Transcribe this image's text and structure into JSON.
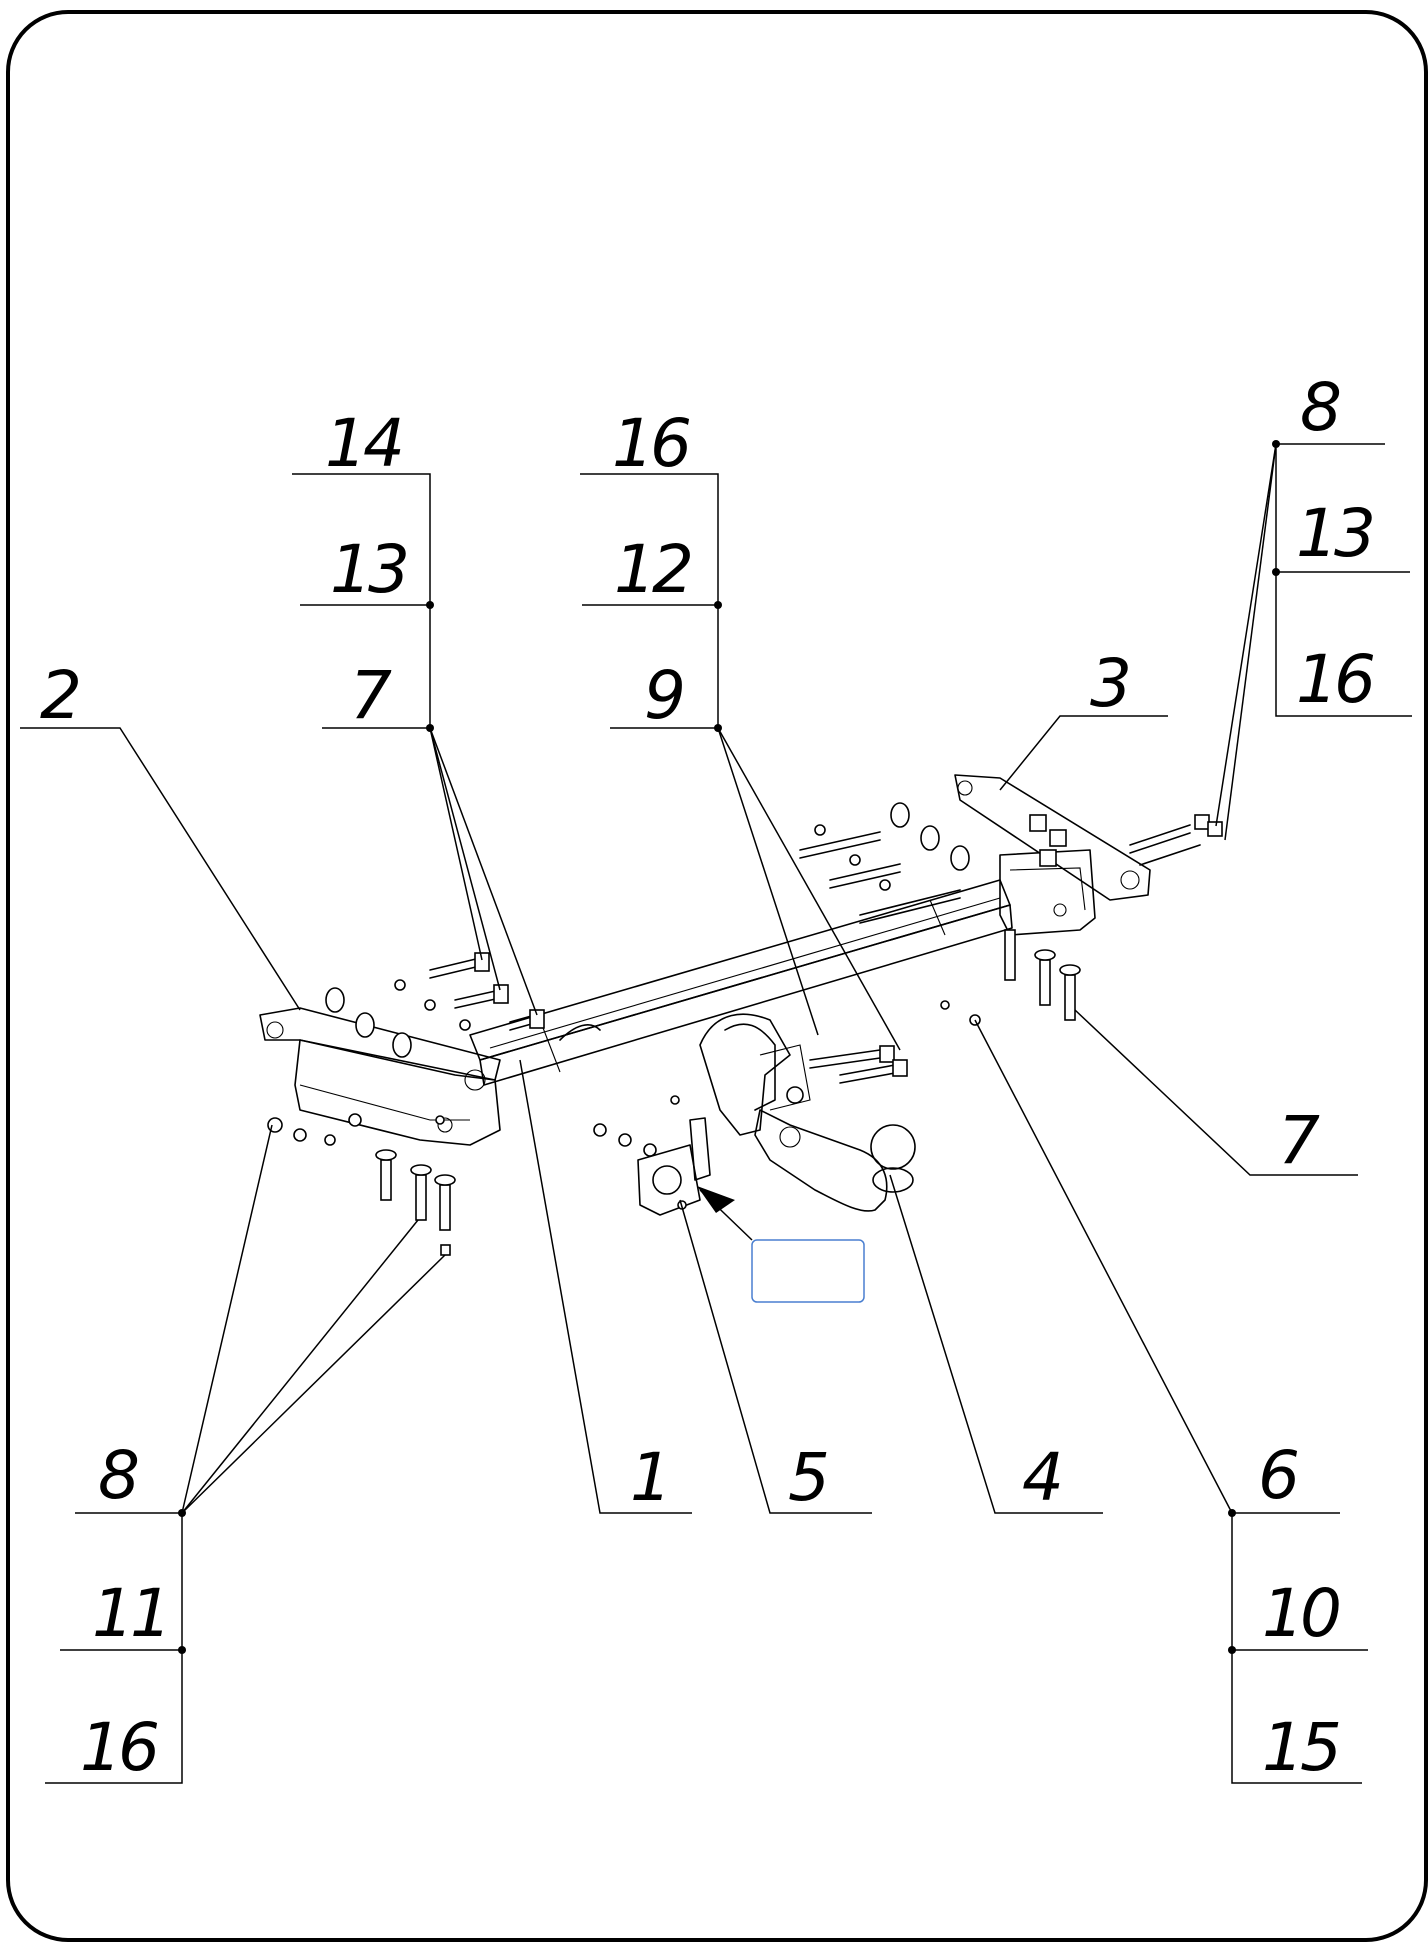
{
  "callouts": {
    "c14": "14",
    "c13a": "13",
    "c7a": "7",
    "c16a": "16",
    "c12": "12",
    "c9": "9",
    "c8a": "8",
    "c13b": "13",
    "c16b": "16",
    "c2": "2",
    "c3": "3",
    "c7b": "7",
    "c8b": "8",
    "c11": "11",
    "c16c": "16",
    "c1": "1",
    "c5": "5",
    "c4": "4",
    "c6": "6",
    "c10": "10",
    "c15": "15"
  },
  "colors": {
    "line": "#000000",
    "background": "#ffffff",
    "tag_border": "#4a7fd0"
  }
}
